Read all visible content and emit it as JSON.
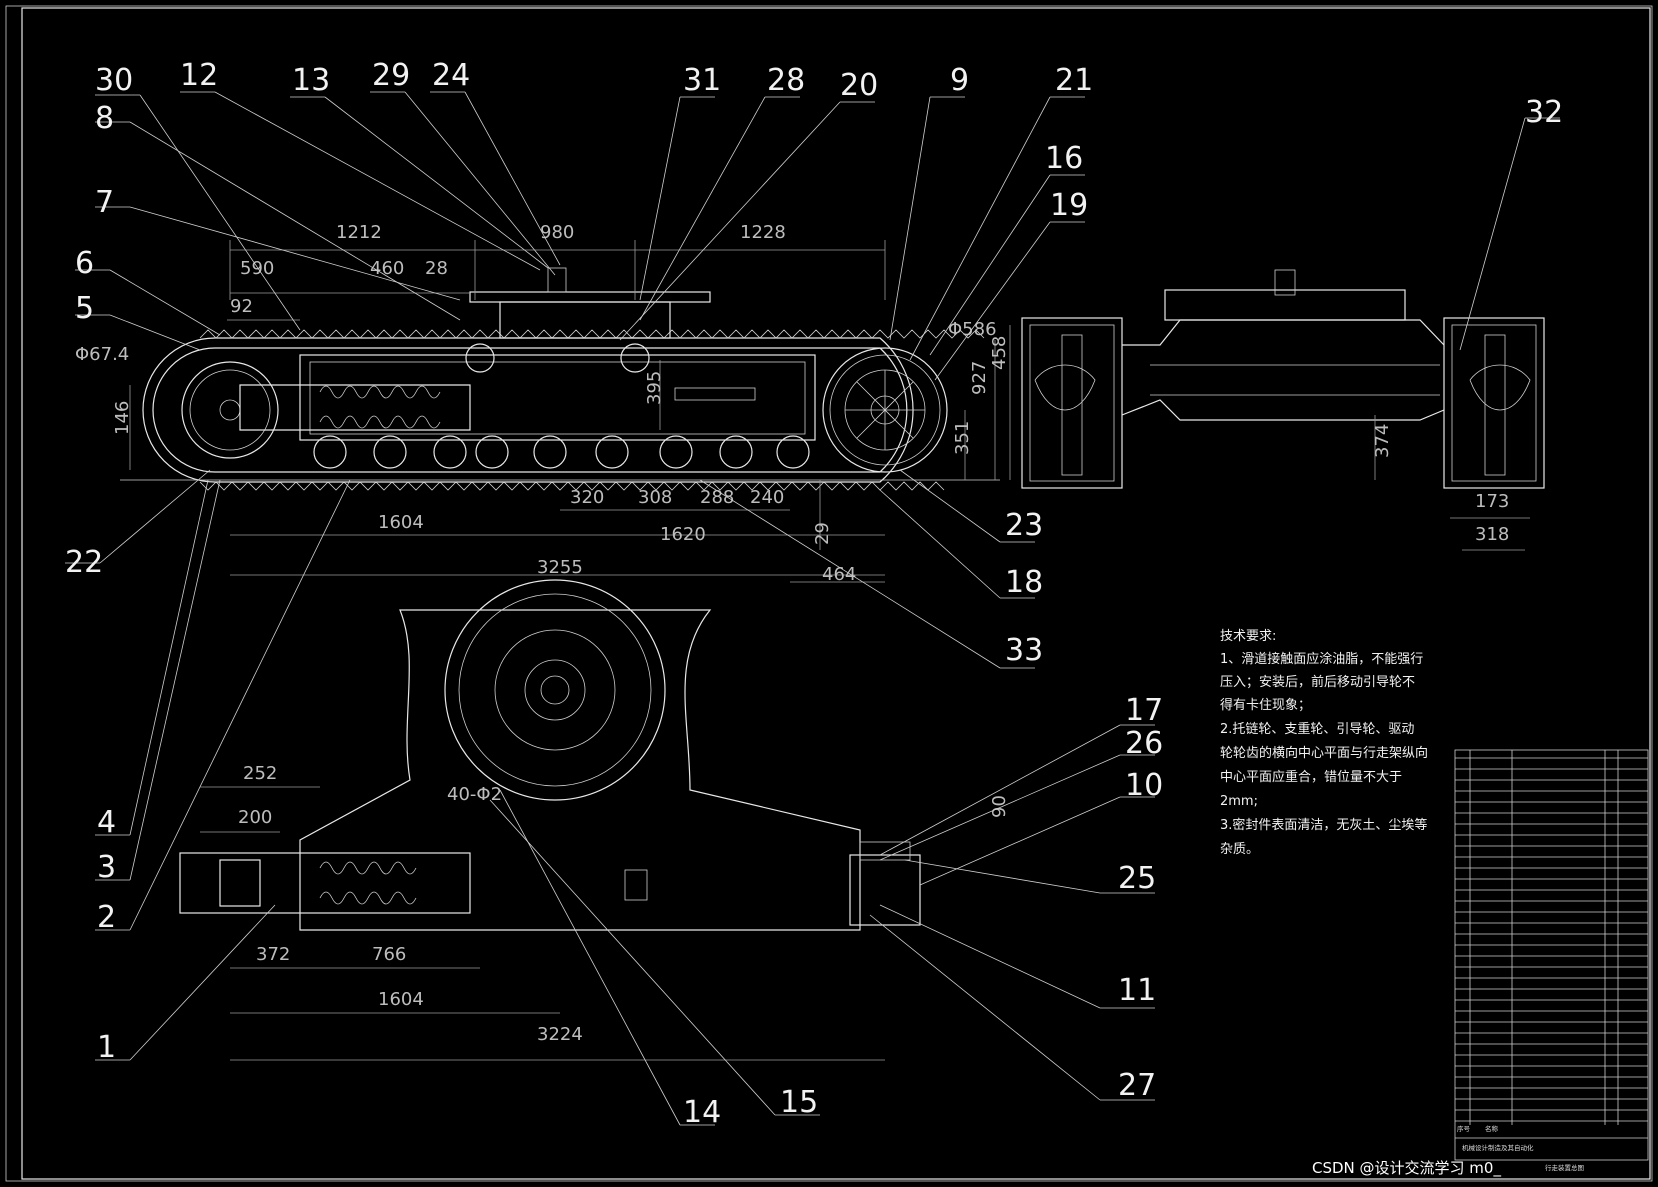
{
  "balloons": {
    "b30": "30",
    "b12": "12",
    "b13": "13",
    "b29": "29",
    "b24": "24",
    "b31": "31",
    "b28": "28",
    "b20": "20",
    "b9": "9",
    "b21": "21",
    "b8": "8",
    "b7": "7",
    "b6": "6",
    "b5": "5",
    "b16": "16",
    "b19": "19",
    "b32": "32",
    "b22": "22",
    "b23": "23",
    "b18": "18",
    "b33": "33",
    "b4": "4",
    "b3": "3",
    "b2": "2",
    "b1": "1",
    "b17": "17",
    "b26": "26",
    "b10": "10",
    "b25": "25",
    "b11": "11",
    "b27": "27",
    "b14": "14",
    "b15": "15"
  },
  "dimensions": {
    "d1212": "1212",
    "d980": "980",
    "d1228": "1228",
    "d590": "590",
    "d460": "460",
    "d28": "28",
    "d92": "92",
    "dphi674": "Φ67.4",
    "d146": "146",
    "d395": "395",
    "dphi586": "Φ586",
    "d458": "458",
    "d927": "927",
    "d351": "351",
    "d320": "320",
    "d308": "308",
    "d288": "288",
    "d240": "240",
    "d1604a": "1604",
    "d1620": "1620",
    "d29": "29",
    "d3255": "3255",
    "d464": "464",
    "d374": "374",
    "d173": "173",
    "d318": "318",
    "d252": "252",
    "d200": "200",
    "d40phi": "40-Φ2",
    "d90": "90",
    "d372": "372",
    "d766": "766",
    "d1604b": "1604",
    "d3224": "3224"
  },
  "notes": {
    "title": "技术要求:",
    "line1": "1、滑道接触面应涂油脂，不能强行",
    "line2": "压入；安装后，前后移动引导轮不",
    "line3": "得有卡住现象；",
    "line4": "2.托链轮、支重轮、引导轮、驱动",
    "line5": "轮轮齿的横向中心平面与行走架纵向",
    "line6": "中心平面应重合，错位量不大于",
    "line7": "2mm;",
    "line8": "3.密封件表面清洁，无灰土、尘埃等",
    "line9": "杂质。"
  },
  "titleblock": {
    "org": "机械设计制造及其自动化",
    "drawing": "行走装置总图",
    "seq_header": "序号",
    "name_header": "名称"
  },
  "watermark": "CSDN @设计交流学习 m0_"
}
